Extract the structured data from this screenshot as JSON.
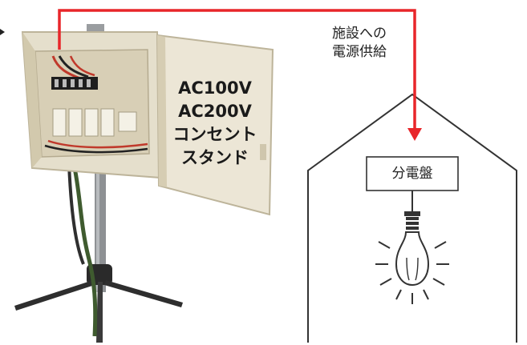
{
  "supply_label": {
    "line1": "施設への",
    "line2": "電源供給"
  },
  "stand_label": {
    "line1": "AC100V",
    "line2": "AC200V",
    "line3": "コンセント",
    "line4": "スタンド"
  },
  "panel_label": "分電盤",
  "colors": {
    "arrow": "#e8262a",
    "house_outline": "#333333",
    "box_body": "#eae4d3",
    "box_shadow": "#cfc6ad",
    "pole": "#8a8d90",
    "tripod": "#2b2b2b"
  },
  "icons": [
    "lightbulb-icon",
    "light-rays-icon",
    "house-outline-icon",
    "arrow-icon"
  ]
}
